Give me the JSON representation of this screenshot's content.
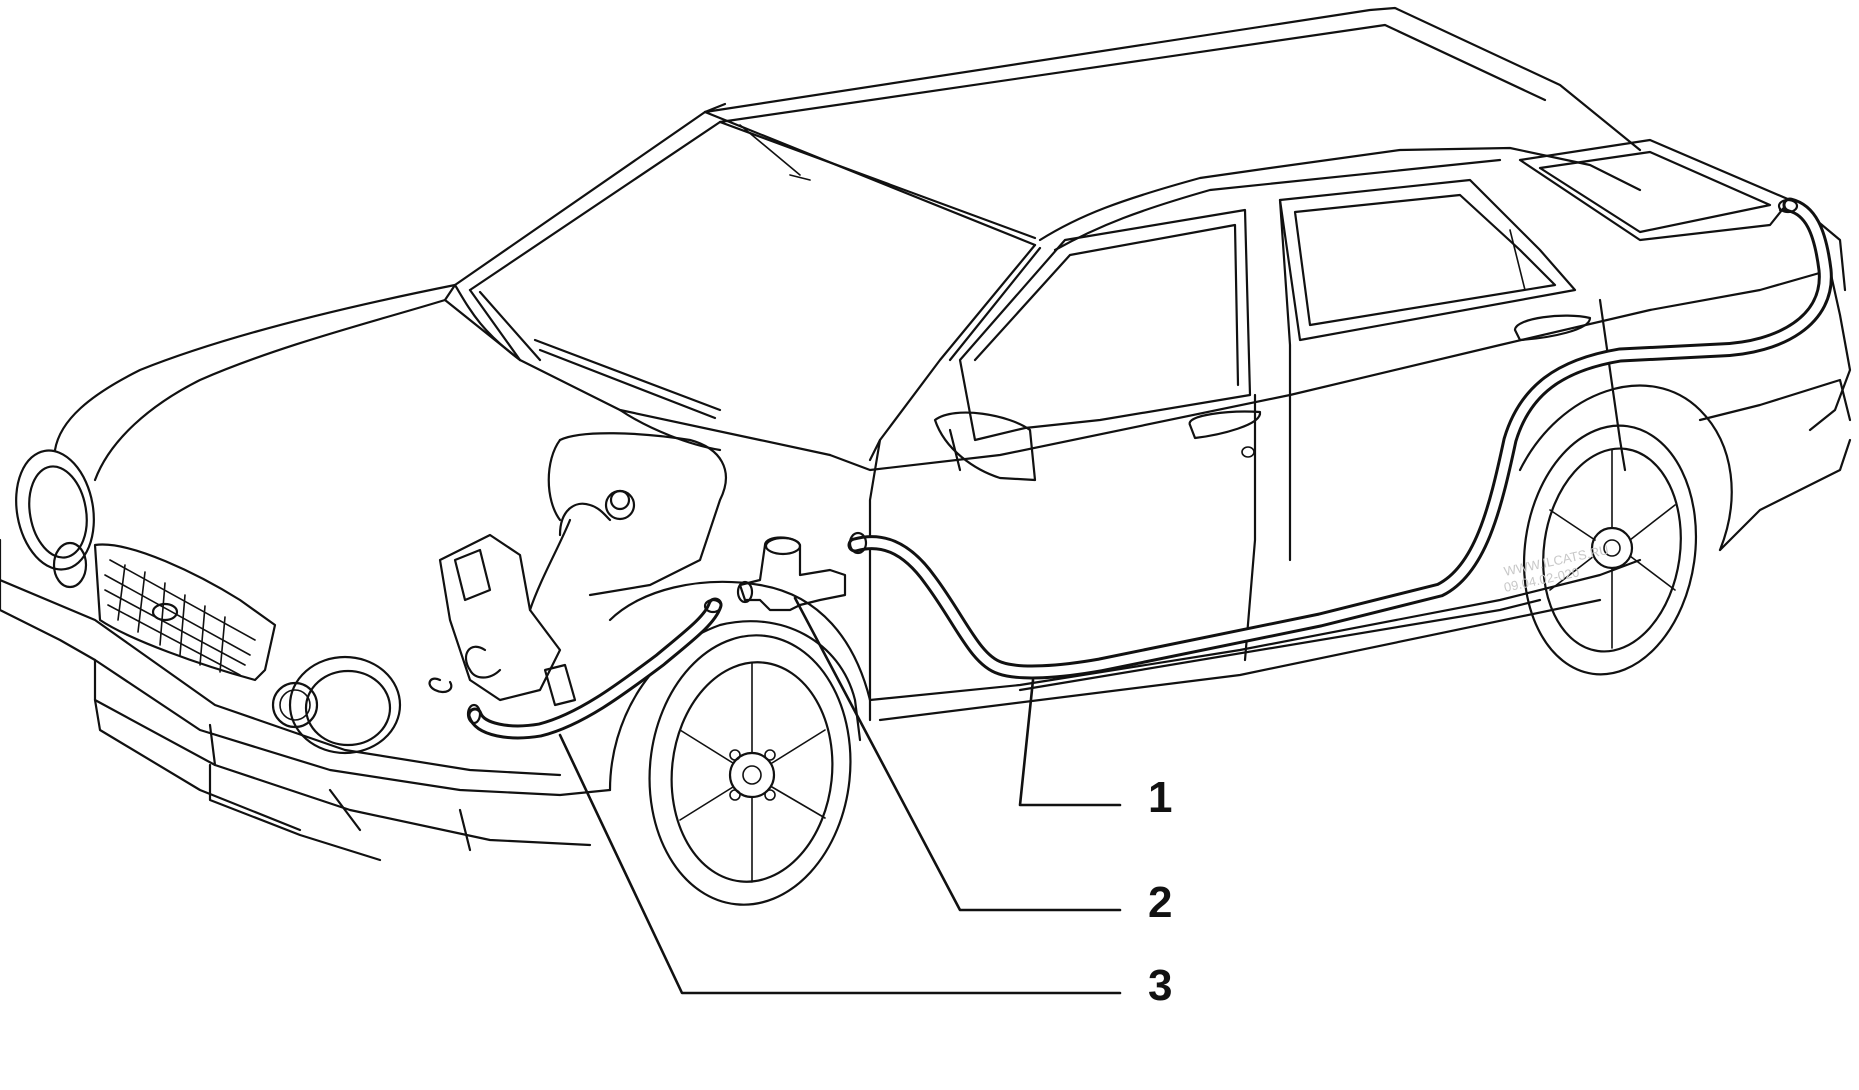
{
  "callouts": [
    {
      "id": "1",
      "label": "1"
    },
    {
      "id": "2",
      "label": "2"
    },
    {
      "id": "3",
      "label": "3"
    }
  ],
  "watermark": {
    "line1": "WWW.ILCATS.RU",
    "line2": "09.04.02-020"
  }
}
